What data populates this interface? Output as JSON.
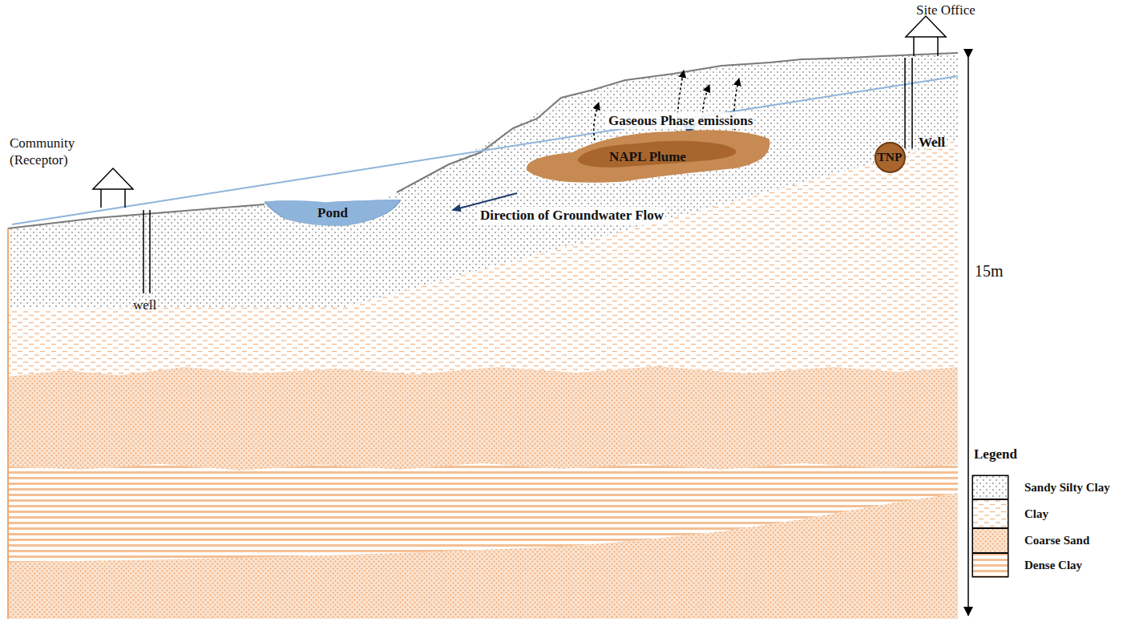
{
  "diagram": {
    "nodes": [
      {
        "text": [
          "Pond"
        ]
      },
      {
        "text": [
          "NAPL Plume"
        ]
      },
      {
        "text": [
          "TNP"
        ]
      }
    ],
    "labels": [
      "Site Office",
      "Community (Receptor)",
      "Gaseous Phase emissions",
      "Well",
      "Direction of Groundwater Flow",
      "well",
      "15m",
      "Legend"
    ],
    "legend": [
      {
        "text": "Sandy Silty Clay"
      },
      {
        "text": "Clay"
      },
      {
        "text": "Coarse Sand"
      },
      {
        "text": "Dense Clay"
      }
    ]
  }
}
